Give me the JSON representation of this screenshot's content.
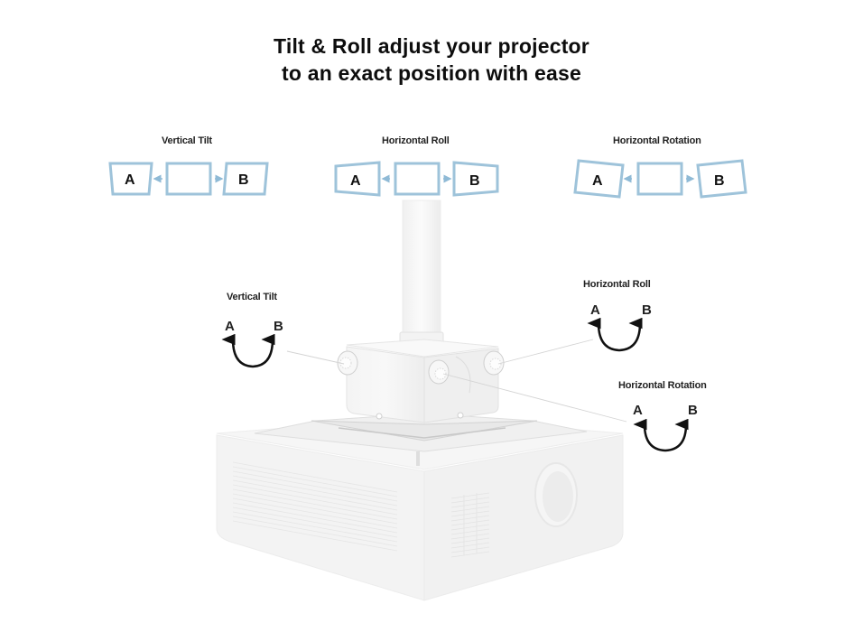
{
  "title": {
    "line1": "Tilt & Roll adjust your projector",
    "line2": "to an exact position with ease"
  },
  "top_diagrams": [
    {
      "label": "Vertical Tilt",
      "left_box": "A",
      "right_box": "B",
      "distortion": "keystone-vertical"
    },
    {
      "label": "Horizontal Roll",
      "left_box": "A",
      "right_box": "B",
      "distortion": "keystone-horizontal"
    },
    {
      "label": "Horizontal Rotation",
      "left_box": "A",
      "right_box": "B",
      "distortion": "rotation"
    }
  ],
  "callouts": [
    {
      "label": "Vertical Tilt",
      "from": "A",
      "to": "B"
    },
    {
      "label": "Horizontal Roll",
      "from": "A",
      "to": "B"
    },
    {
      "label": "Horizontal Rotation",
      "from": "A",
      "to": "B"
    }
  ],
  "colors": {
    "frame_blue": "#9ec3da",
    "arrow_blue": "#8fbad6",
    "text": "#111111",
    "product_white": "#f3f3f3"
  }
}
